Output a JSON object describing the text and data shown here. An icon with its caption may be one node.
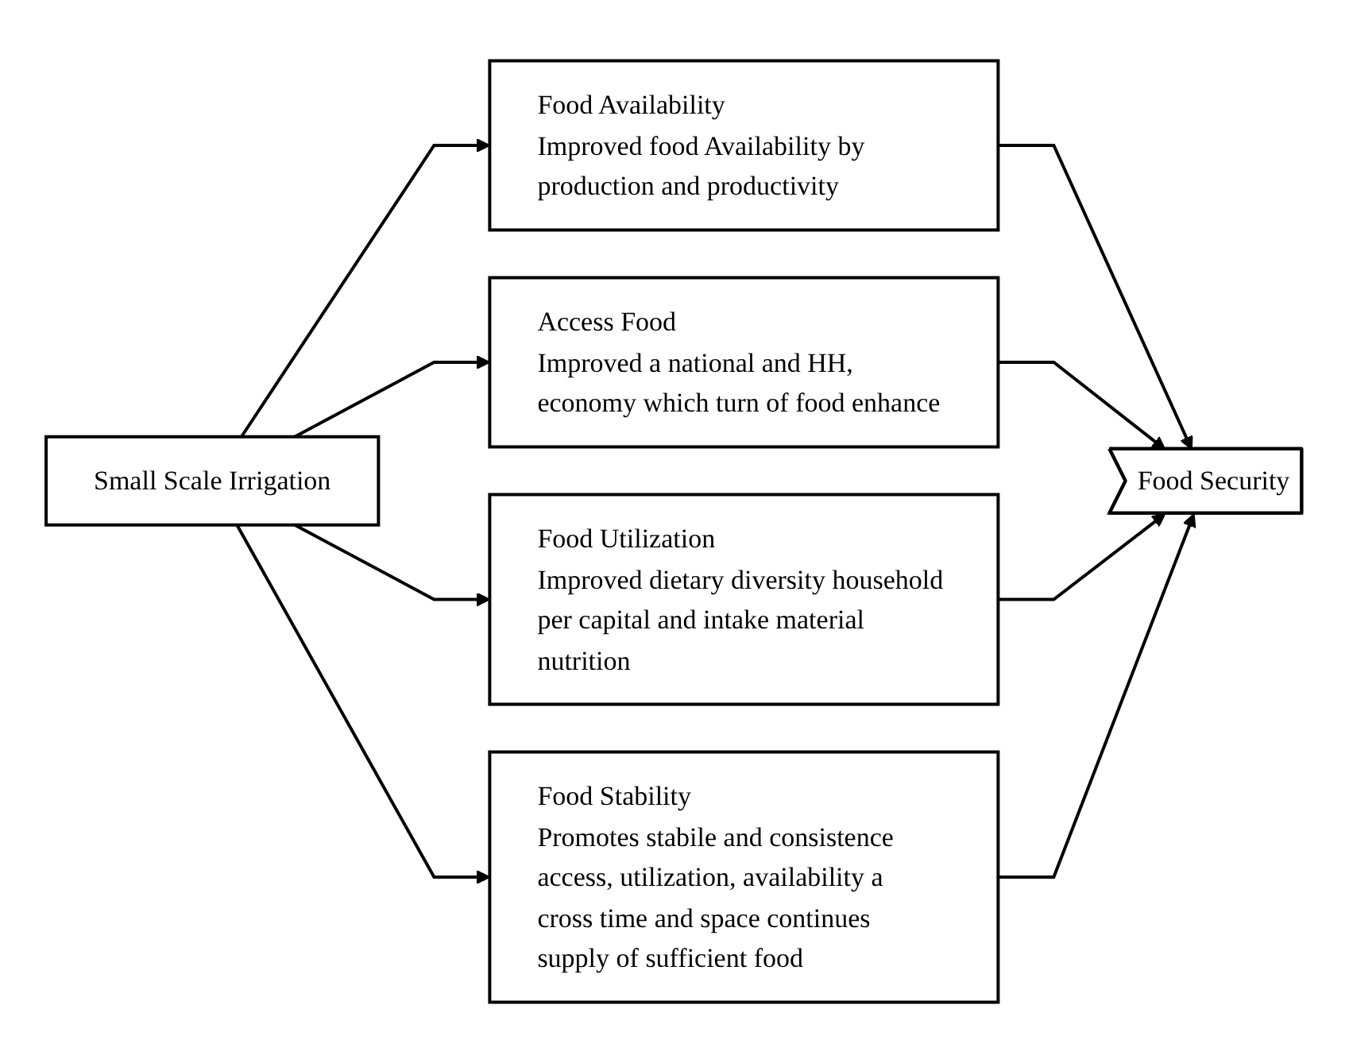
{
  "diagram": {
    "nodes": [
      {
        "text": [
          "Small Scale Irrigation"
        ]
      },
      {
        "text": [
          "Food Availability",
          "Improved food Availability by production and productivity"
        ]
      },
      {
        "text": [
          "Access Food",
          "Improved a national and HH, economy which turn of food enhance"
        ]
      },
      {
        "text": [
          "Food Utilization",
          "Improved dietary diversity household per capital and intake material nutrition"
        ]
      },
      {
        "text": [
          "Food Stability",
          "Promotes stabile and consistence access, utilization, availability a cross time and space continues supply of sufficient food"
        ]
      },
      {
        "text": [
          "Food Security"
        ]
      }
    ],
    "edges": [
      {
        "from": 0,
        "to": 1,
        "arrow": "to"
      },
      {
        "from": 0,
        "to": 2,
        "arrow": "to"
      },
      {
        "from": 0,
        "to": 3,
        "arrow": "to"
      },
      {
        "from": 0,
        "to": 4,
        "arrow": "to"
      },
      {
        "from": 1,
        "to": 5,
        "arrow": "to"
      },
      {
        "from": 2,
        "to": 5,
        "arrow": "to"
      },
      {
        "from": 3,
        "to": 5,
        "arrow": "to"
      },
      {
        "from": 4,
        "to": 5,
        "arrow": "to"
      }
    ]
  }
}
